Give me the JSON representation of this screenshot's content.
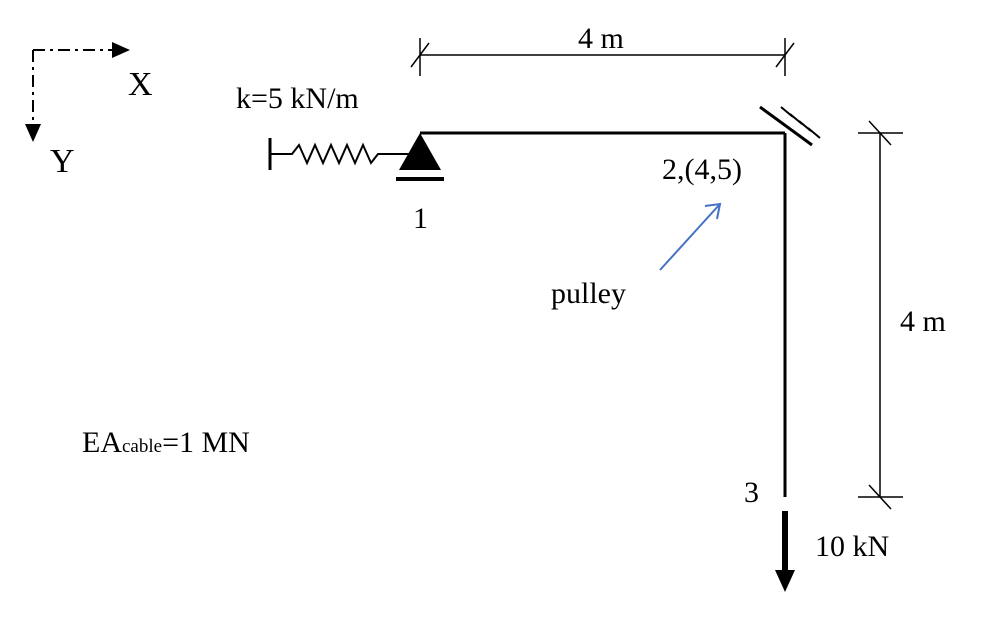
{
  "axes": {
    "x_label": "X",
    "y_label": "Y"
  },
  "spring": {
    "label": "k=5 kN/m"
  },
  "nodes": {
    "node1": "1",
    "node2": "2,(4,5)",
    "node3": "3"
  },
  "dimensions": {
    "horizontal": "4 m",
    "vertical": "4 m"
  },
  "pulley": {
    "label": "pulley",
    "arrow_color": "#4472C4"
  },
  "material": {
    "base": "EA",
    "subscript": "cable",
    "value": "=1 MN"
  },
  "load": {
    "label": "10 kN"
  }
}
